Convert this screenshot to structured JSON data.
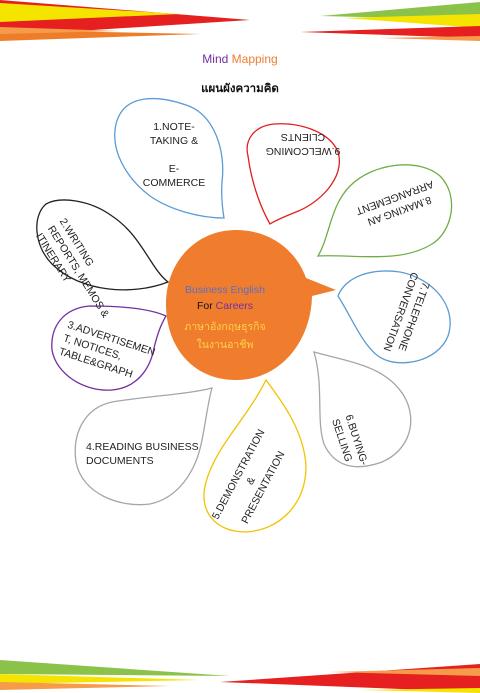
{
  "header": {
    "title_word1": "Mind",
    "title_word2": "Mapping",
    "title_thai": "แผนผังความคิด"
  },
  "center": {
    "line1": "Business English",
    "line2_a": "For",
    "line2_b": "Careers",
    "line3": "ภาษาอังกฤษธุรกิจ",
    "line4": "ในงานอาชีพ"
  },
  "bubbles": [
    {
      "id": "1",
      "text": "1.NOTE-\nTAKING &\n\nE-\nCOMMERCE"
    },
    {
      "id": "2",
      "text": "2.WRITING\nREPORTS, MEMOS &\nITINERARY"
    },
    {
      "id": "3",
      "text": "3.ADVERTISEMEN\nT, NOTICES,\nTABLE&GRAPH"
    },
    {
      "id": "4",
      "text": "4.READING BUSINESS\nDOCUMENTS"
    },
    {
      "id": "5",
      "text": "5.DEMONSTRATION\n&\nPRESENTATION"
    },
    {
      "id": "6",
      "text": "6.BUYING-\nSELLING"
    },
    {
      "id": "7",
      "text": "7.TELEPHONE\nCONVERSATION"
    },
    {
      "id": "8",
      "text": "8.MAKING AN\nARRANGEMENT"
    },
    {
      "id": "9",
      "text": "9.WELCOMING\nCLIENTS"
    }
  ],
  "colors": {
    "center_fill": "#ef7d2d",
    "title_mind": "#7030a0",
    "title_mapping": "#ed7d31",
    "center_business": "#5b6ec7",
    "center_for": "#111111",
    "center_careers": "#7030a0",
    "center_thai": "#ffd24a",
    "bubble1": "#5b9bd5",
    "bubble2": "#222222",
    "bubble3": "#7030a0",
    "bubble4": "#a6a6a6",
    "bubble5": "#f2c200",
    "bubble6": "#a6a6a6",
    "bubble7": "#5b9bd5",
    "bubble8": "#70ad47",
    "bubble9": "#e02020"
  }
}
